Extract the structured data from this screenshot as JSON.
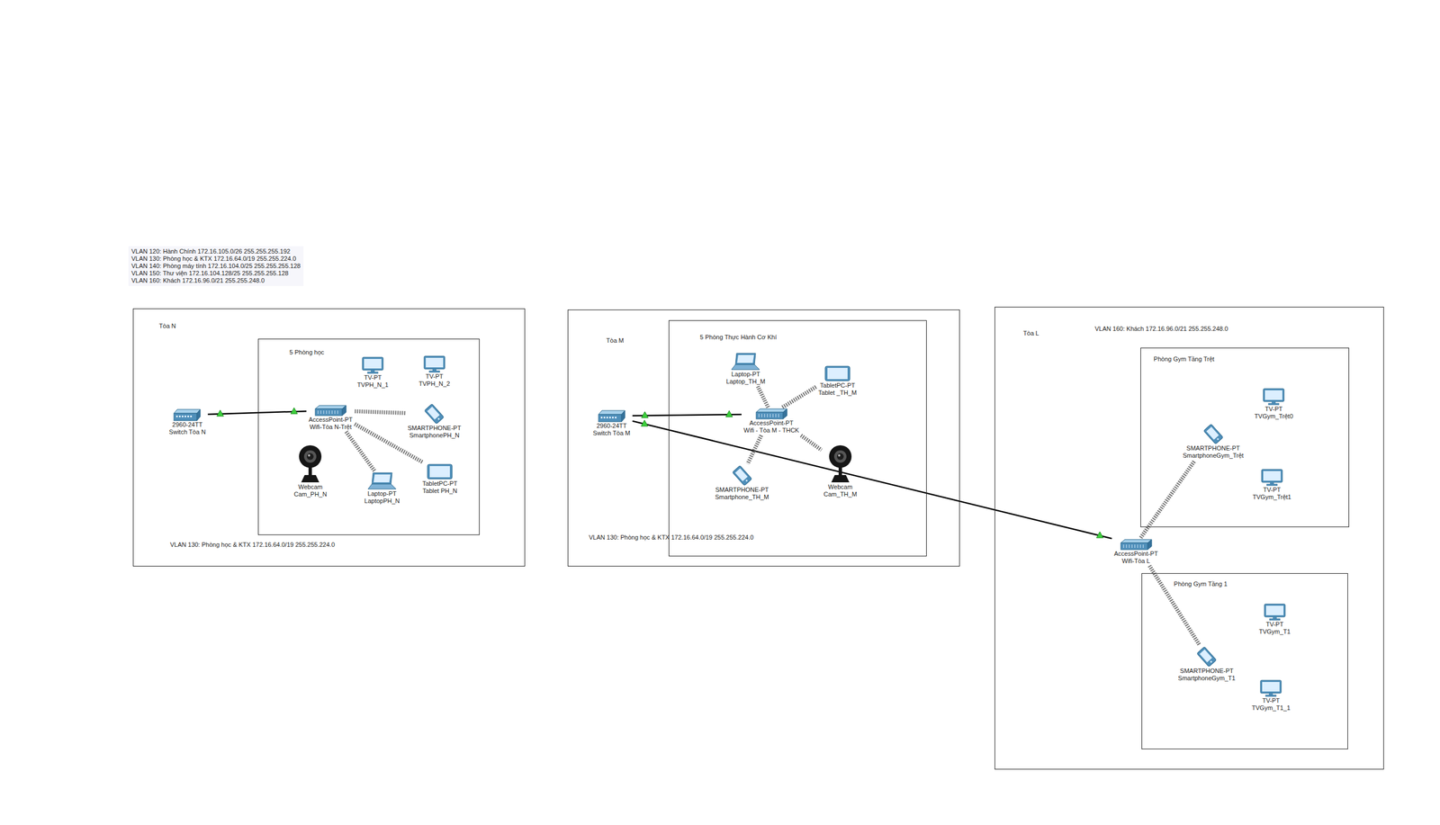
{
  "diagram": {
    "nodes": [
      {
        "text": [
          "Tòa N",
          "VLAN 130: Phòng học & KTX 172.16.64.0/19 255.255.224.0"
        ]
      },
      {
        "text": [
          "2960-24TT",
          "Switch Tòa N"
        ],
        "in": 0
      },
      {
        "text": [
          "5 Phòng học"
        ],
        "in": 0
      },
      {
        "text": [
          "TV-PT",
          "TVPH_N_1"
        ],
        "in": 2
      },
      {
        "text": [
          "TV-PT",
          "TVPH_N_2"
        ],
        "in": 2
      },
      {
        "text": [
          "AccessPoint-PT",
          "Wifi-Tòa N-Trệt"
        ],
        "in": 2
      },
      {
        "text": [
          "SMARTPHONE-PT",
          "SmartphonePH_N"
        ],
        "in": 2
      },
      {
        "text": [
          "Webcam",
          "Cam_PH_N"
        ],
        "in": 2
      },
      {
        "text": [
          "TabletPC-PT",
          "Tablet PH_N"
        ],
        "in": 2
      },
      {
        "text": [
          "Laptop-PT",
          "LaptopPH_N"
        ],
        "in": 2
      },
      {
        "text": [
          "Tòa M",
          "VLAN 130: Phòng học & KTX 172.16.64.0/19 255.255.224.0"
        ]
      },
      {
        "text": [
          "2960-24TT",
          "Switch Tòa M"
        ],
        "in": 10
      },
      {
        "text": [
          "5 Phòng Thực Hành Cơ Khí"
        ],
        "in": 10
      },
      {
        "text": [
          "Laptop-PT",
          "Laptop_TH_M"
        ],
        "in": 12
      },
      {
        "text": [
          "TabletPC-PT",
          "Tablet _TH_M"
        ],
        "in": 12
      },
      {
        "text": [
          "AccessPoint-PT",
          "Wifi - Tòa M - THCK"
        ],
        "in": 12
      },
      {
        "text": [
          "SMARTPHONE-PT",
          "Smartphone_TH_M"
        ],
        "in": 12
      },
      {
        "text": [
          "Webcam",
          "Cam_TH_M"
        ],
        "in": 12
      },
      {
        "text": [
          "Tòa L",
          "VLAN 160: Khách 172.16.96.0/21 255.255.248.0"
        ]
      },
      {
        "text": [
          "Phòng Gym Tầng Trệt"
        ],
        "in": 18
      },
      {
        "text": [
          "TV-PT",
          "TVGym_Trệt0"
        ],
        "in": 19
      },
      {
        "text": [
          "SMARTPHONE-PT",
          "SmartphoneGym_Trệt"
        ],
        "in": 19
      },
      {
        "text": [
          "TV-PT",
          "TVGym_Trệt1"
        ],
        "in": 19
      },
      {
        "text": [
          "AccessPoint-PT",
          "Wifi-Tòa L"
        ],
        "in": 18
      },
      {
        "text": [
          "Phòng Gym Tầng 1"
        ],
        "in": 18
      },
      {
        "text": [
          "TV-PT",
          "TVGym_T1"
        ],
        "in": 24
      },
      {
        "text": [
          "SMARTPHONE-PT",
          "SmartphoneGym_T1"
        ],
        "in": 24
      },
      {
        "text": [
          "TV-PT",
          "TVGym_T1_1"
        ],
        "in": 24
      }
    ],
    "edges": [
      {
        "from": 1,
        "to": 5,
        "arrow": "none"
      },
      {
        "from": 5,
        "to": 6,
        "arrow": "none"
      },
      {
        "from": 5,
        "to": 8,
        "arrow": "none"
      },
      {
        "from": 5,
        "to": 9,
        "arrow": "none"
      },
      {
        "from": 11,
        "to": 15,
        "arrow": "none"
      },
      {
        "from": 11,
        "to": 23,
        "arrow": "none"
      },
      {
        "from": 15,
        "to": 13,
        "arrow": "none"
      },
      {
        "from": 15,
        "to": 14,
        "arrow": "none"
      },
      {
        "from": 15,
        "to": 16,
        "arrow": "none"
      },
      {
        "from": 15,
        "to": 17,
        "arrow": "none"
      },
      {
        "from": 23,
        "to": 21,
        "arrow": "none"
      },
      {
        "from": 23,
        "to": 26,
        "arrow": "none"
      }
    ],
    "labels": [
      "VLAN 120: Hành Chính 172.16.105.0/26 255.255.255.192",
      "VLAN 130: Phòng học & KTX 172.16.64.0/19 255.255.224.0",
      "VLAN 140: Phòng máy tính 172.16.104.0/25 255.255.255.128",
      "VLAN 150: Thư viện 172.16.104.128/25 255.255.255.128",
      "VLAN 160: Khách 172.16.96.0/21 255.255.248.0"
    ]
  }
}
